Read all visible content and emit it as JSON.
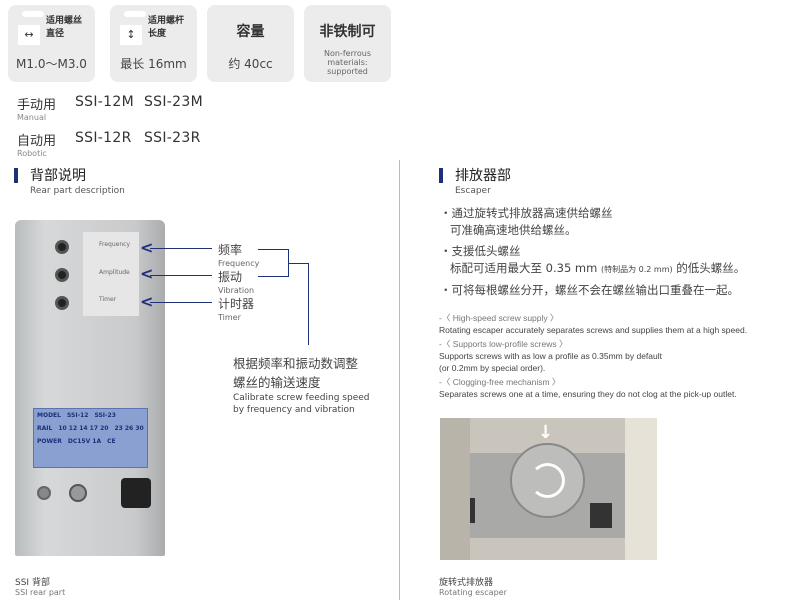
{
  "spec_cards": [
    {
      "label_line1": "适用螺丝",
      "label_line2": "直径",
      "value": "M1.0～M3.0",
      "icon": "double-arrow-horizontal-icon"
    },
    {
      "label_line1": "适用螺杆",
      "label_line2": "长度",
      "value": "最长 16mm",
      "icon": "double-arrow-vertical-icon"
    },
    {
      "title": "容量",
      "value": "约 40cc"
    },
    {
      "title": "非铁制可",
      "subtitle": "Non-ferrous materials: supported"
    }
  ],
  "models": [
    {
      "label": "手动用",
      "sub": "Manual",
      "items": [
        "SSI-12M",
        "SSI-23M"
      ]
    },
    {
      "label": "自动用",
      "sub": "Robotic",
      "items": [
        "SSI-12R",
        "SSI-23R"
      ]
    }
  ],
  "rear": {
    "title": "背部说明",
    "subtitle": "Rear part description",
    "callouts": [
      {
        "cn": "频率",
        "en": "Frequency"
      },
      {
        "cn": "振动",
        "en": "Vibration"
      },
      {
        "cn": "计时器",
        "en": "Timer"
      }
    ],
    "panel_labels": [
      "Frequency",
      "Amplitude",
      "Timer"
    ],
    "note_cn_1": "根据频率和振动数调整",
    "note_cn_2": "螺丝的输送速度",
    "note_en_1": "Calibrate screw feeding speed",
    "note_en_2": "by frequency and vibration",
    "plate": {
      "model": "MODEL",
      "ssi12": "SSI-12",
      "ssi23": "SSI-23",
      "rail": "RAIL",
      "rail12": "10 12 14 17 20",
      "rail23": "23 26 30",
      "power": "POWER",
      "power_val": "DC15V 1A",
      "ce": "CE"
    },
    "caption_cn": "SSI 背部",
    "caption_en": "SSI rear part"
  },
  "escaper": {
    "title": "排放器部",
    "subtitle": "Escaper",
    "bullets_cn": [
      {
        "l1": "・通过旋转式排放器高速供给螺丝",
        "l2": "可准确高速地供给螺丝。"
      },
      {
        "l1": "・支援低头螺丝",
        "l2a": "标配可适用最大至 0.35 mm",
        "l2b": "(特制品为 0.2 mm)",
        "l2c": "的低头螺丝。"
      },
      {
        "l1": "・可将每根螺丝分开，螺丝不会在螺丝输出口重叠在一起。"
      }
    ],
    "bullets_en": [
      {
        "head": "-〈 High-speed screw supply 〉",
        "body": "Rotating escaper accurately separates screws and supplies them at a high speed."
      },
      {
        "head": "-〈 Supports low-profile screws 〉",
        "body": "Supports screws with as low a profile as 0.35mm by default",
        "body2": "(or 0.2mm by special order)."
      },
      {
        "head": "-〈 Clogging-free mechanism 〉",
        "body": "Separates screws one at a time, ensuring they do not clog at the pick-up outlet."
      }
    ],
    "caption_cn": "旋转式排放器",
    "caption_en": "Rotating escaper"
  },
  "colors": {
    "accent": "#1f2f7a",
    "card_bg": "#ececec"
  }
}
